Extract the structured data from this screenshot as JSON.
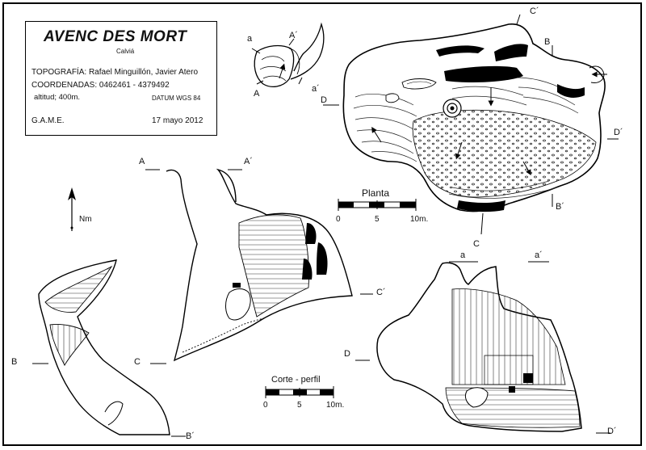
{
  "title_box": {
    "title": "AVENC DES MORT",
    "subtitle": "Calviá",
    "topografia": "TOPOGRAFÍA:  Rafael Minguillón, Javier Atero",
    "coordenadas": "COORDENADAS:  0462461  -  4379492",
    "altitud": "altitud;  400m.",
    "datum": "DATUM WGS 84",
    "group": "G.A.M.E.",
    "date": "17 mayo 2012"
  },
  "north_label": "Nm",
  "section_labels": {
    "a": "a",
    "a_prime": "a´",
    "A": "A",
    "A_prime": "A´",
    "B": "B",
    "B_prime": "B´",
    "C": "C",
    "C_prime": "C´",
    "D": "D",
    "D_prime": "D´"
  },
  "scale_plan": {
    "title": "Planta",
    "tick_0": "0",
    "tick_5": "5",
    "tick_10": "10m."
  },
  "scale_profile": {
    "title": "Corte - perfil",
    "tick_0": "0",
    "tick_5": "5",
    "tick_10": "10m."
  }
}
